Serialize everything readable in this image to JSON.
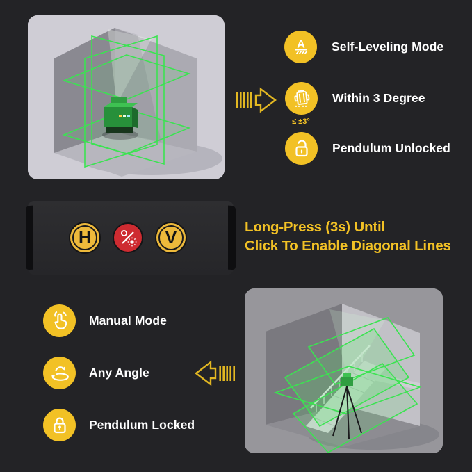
{
  "colors": {
    "background": "#232326",
    "accent_yellow": "#F2C125",
    "button_yellow": "#EDB93B",
    "button_red": "#CE2B31",
    "laser_green": "#3BE351",
    "label_white": "#FFFFFF"
  },
  "self_leveling_section": {
    "items": [
      {
        "icon": "self-leveling-icon",
        "label": "Self-Leveling Mode"
      },
      {
        "icon": "tilt-range-icon",
        "label": "Within 3 Degree",
        "note": "≤ ±3°"
      },
      {
        "icon": "pendulum-unlocked-icon",
        "label": "Pendulum Unlocked"
      }
    ]
  },
  "control_panel": {
    "button_h": "H",
    "button_v": "V",
    "laser_button": "laser-power-button"
  },
  "instruction": {
    "line1": "Long-Press (3s) Until",
    "line2": "Click To Enable Diagonal Lines"
  },
  "manual_mode_section": {
    "items": [
      {
        "icon": "manual-mode-icon",
        "label": "Manual Mode"
      },
      {
        "icon": "any-angle-icon",
        "label": "Any Angle"
      },
      {
        "icon": "pendulum-locked-icon",
        "label": "Pendulum Locked"
      }
    ]
  },
  "scenes": {
    "top": "laser-grid-in-room-corner",
    "bottom": "laser-diagonal-lines-on-staircase"
  }
}
